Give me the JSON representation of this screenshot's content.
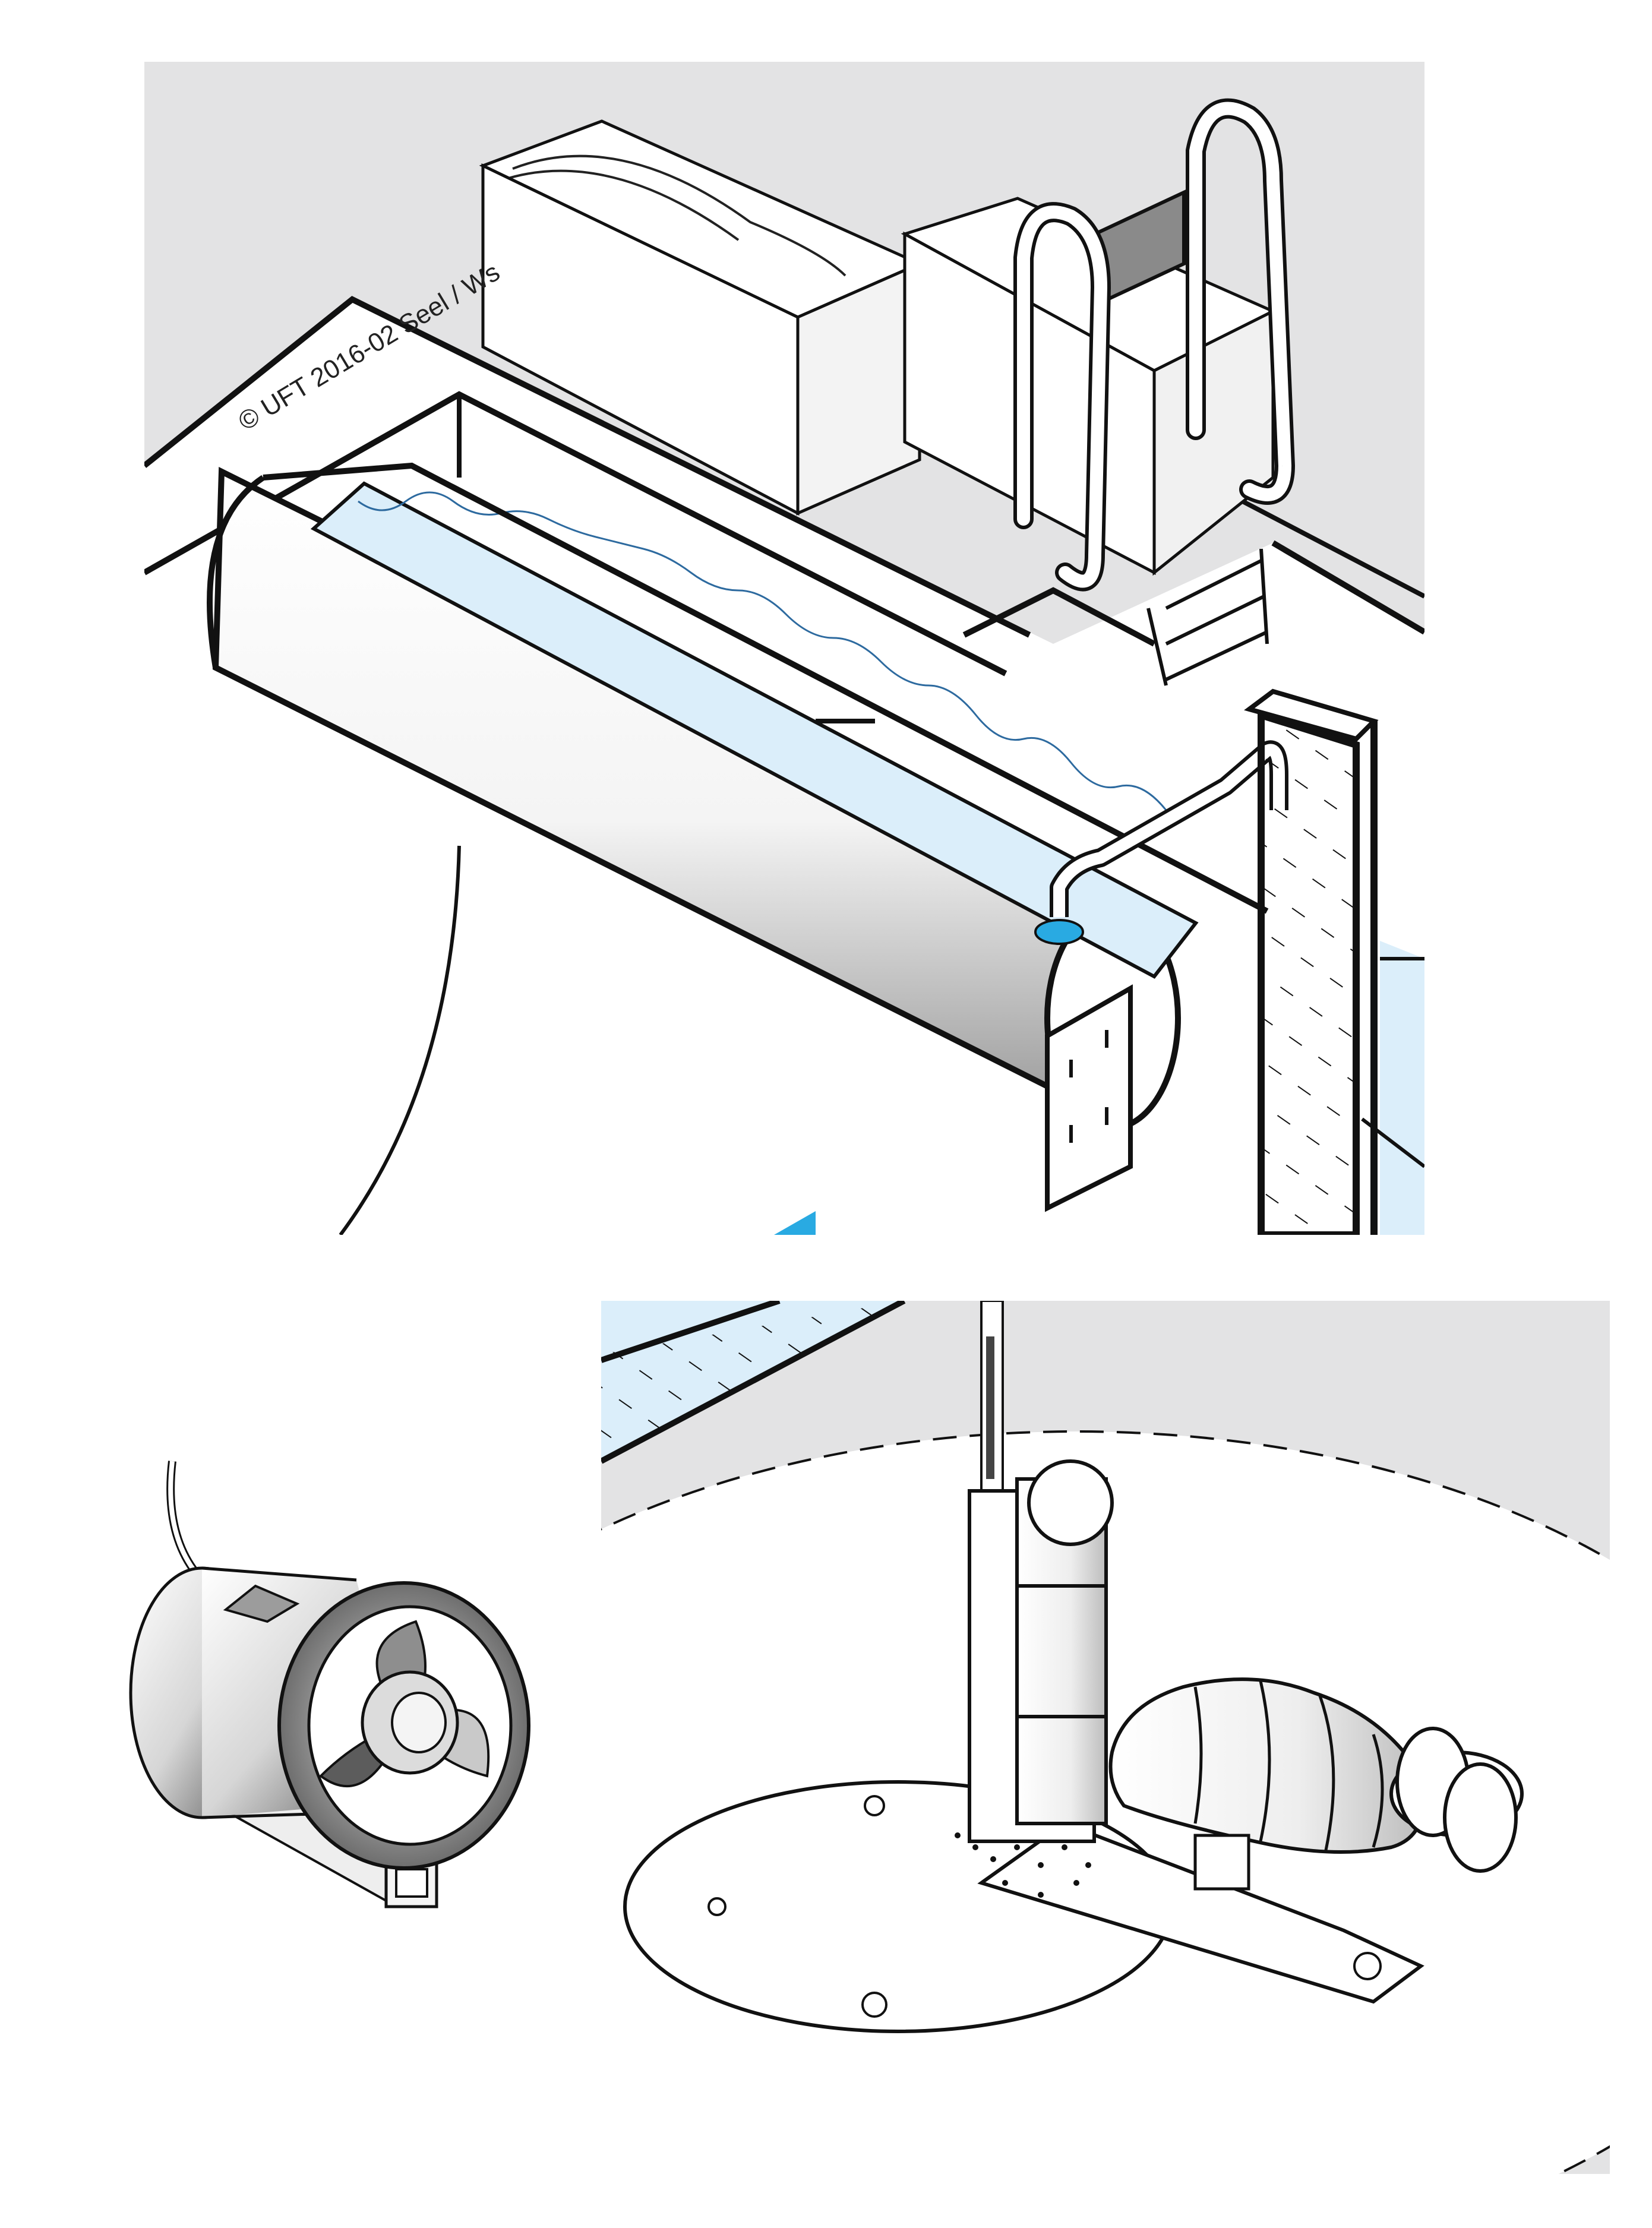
{
  "copyright_notice": "© UFT 2016-02 Seel / Ws",
  "colors": {
    "background_gray": "#e3e3e4",
    "water_blue": "#dbeefa",
    "accent_blue": "#29aae2",
    "line": "#111111",
    "panel_gray": "#8a8a8a"
  },
  "figures": [
    {
      "name": "overflow-trough-with-spray-nozzle",
      "icon": "trough"
    },
    {
      "name": "submersible-mixer",
      "icon": "propeller"
    },
    {
      "name": "mixer-on-base-plate",
      "icon": "mixer-base"
    }
  ]
}
